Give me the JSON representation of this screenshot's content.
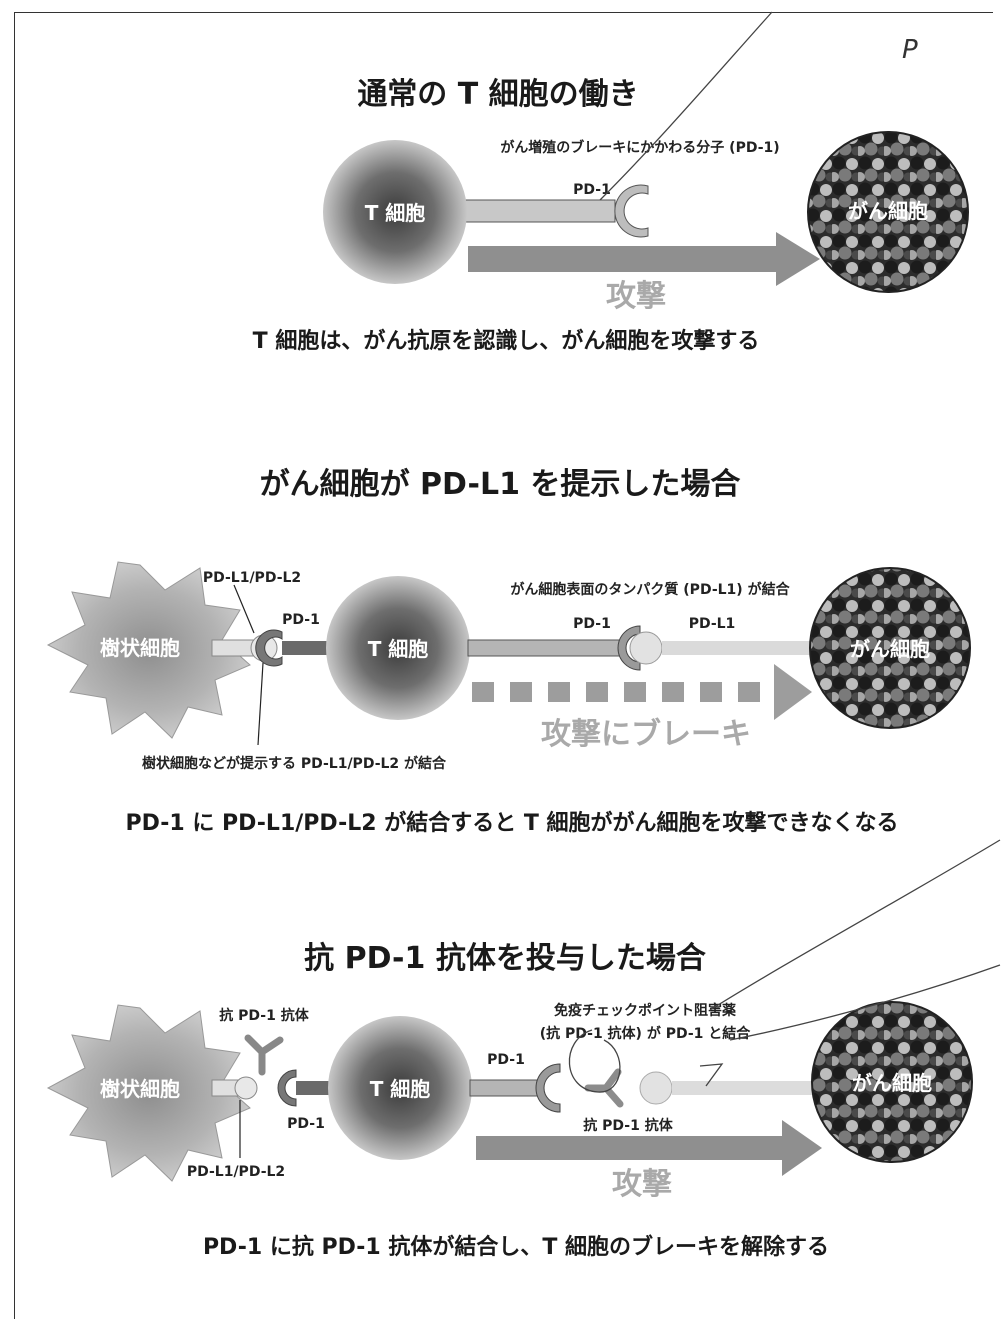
{
  "sections": [
    {
      "title": "通常の T 細胞の働き",
      "molecule_note": "がん増殖のブレーキにかかわる分子 (PD-1)",
      "pd1_label": "PD-1",
      "tcell_label": "T 細胞",
      "cancer_label": "がん細胞",
      "attack_label": "攻撃",
      "caption": "T 細胞は、がん抗原を認識し、がん細胞を攻撃する"
    },
    {
      "title": "がん細胞が PD-L1 を提示した場合",
      "pdl1l2_label": "PD-L1/PD-L2",
      "pd1_left_label": "PD-1",
      "dendritic_label": "樹状細胞",
      "tcell_label": "T 細胞",
      "surface_note": "がん細胞表面のタンパク質 (PD-L1) が結合",
      "pd1_right_label": "PD-1",
      "pdl1_label": "PD-L1",
      "cancer_label": "がん細胞",
      "brake_label": "攻撃にブレーキ",
      "dendritic_note": "樹状細胞などが提示する PD-L1/PD-L2 が結合",
      "caption": "PD-1 に PD-L1/PD-L2 が結合すると T 細胞ががん細胞を攻撃できなくなる"
    },
    {
      "title": "抗 PD-1 抗体を投与した場合",
      "antibody_top_label": "抗 PD-1 抗体",
      "dendritic_label": "樹状細胞",
      "pd1_left_label": "PD-1",
      "pdl1l2_label": "PD-L1/PD-L2",
      "tcell_label": "T 細胞",
      "inhibitor_note_line1": "免疫チェックポイント阻害薬",
      "inhibitor_note_line2": "(抗 PD-1 抗体) が PD-1 と結合",
      "pd1_right_label": "PD-1",
      "antibody_right_label": "抗 PD-1 抗体",
      "cancer_label": "がん細胞",
      "attack_label": "攻撃",
      "caption": "PD-1 に抗 PD-1 抗体が結合し、T 細胞のブレーキを解除する"
    }
  ],
  "annotations": {
    "corner_mark": "P"
  }
}
